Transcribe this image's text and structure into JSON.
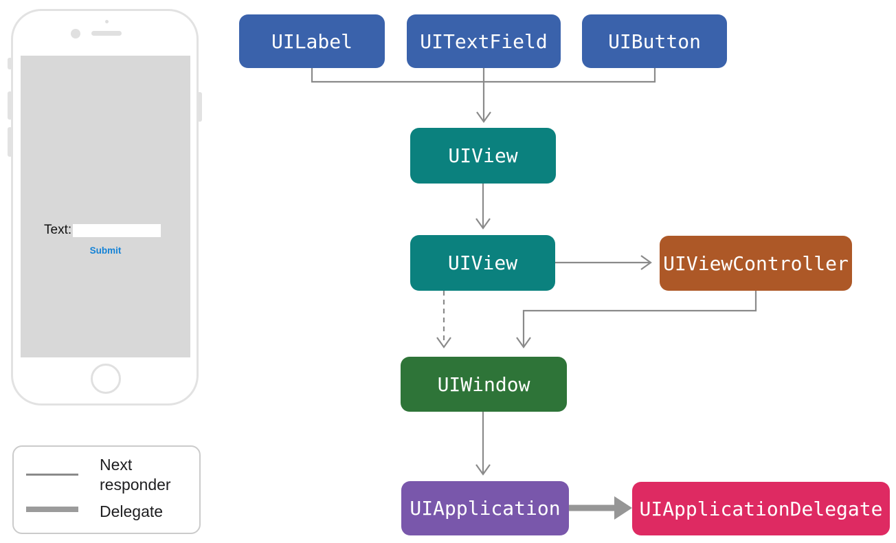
{
  "background_color": "#ffffff",
  "phone": {
    "screen": {
      "text_label": "Text:",
      "input_value": "",
      "submit_label": "Submit",
      "submit_color": "#1482d6",
      "screen_color": "#d8d8d8",
      "frame_color": "#e2e2e2"
    }
  },
  "legend": {
    "items": [
      {
        "label": "Next responder",
        "line_style": "thin",
        "line_color": "#8a8a8a"
      },
      {
        "label": "Delegate",
        "line_style": "thick",
        "line_color": "#9b9b9b"
      }
    ]
  },
  "diagram": {
    "stroke_color": "#8a8a8a",
    "delegate_arrow_color": "#969696",
    "nodes": {
      "uilabel": {
        "label": "UILabel",
        "color": "#3a62ab"
      },
      "uitextfield": {
        "label": "UITextField",
        "color": "#3a62ab"
      },
      "uibutton": {
        "label": "UIButton",
        "color": "#3a62ab"
      },
      "uiview1": {
        "label": "UIView",
        "color": "#0b817e"
      },
      "uiview2": {
        "label": "UIView",
        "color": "#0b817e"
      },
      "uiviewcontroller": {
        "label": "UIViewController",
        "color": "#ad5827"
      },
      "uiwindow": {
        "label": "UIWindow",
        "color": "#2e7438"
      },
      "uiapplication": {
        "label": "UIApplication",
        "color": "#7957ab"
      },
      "uiapplicationdelegate": {
        "label": "UIApplicationDelegate",
        "color": "#de2a62"
      }
    },
    "edges": [
      {
        "from": "UILabel",
        "to": "UIView (outer)",
        "type": "next-responder"
      },
      {
        "from": "UITextField",
        "to": "UIView (outer)",
        "type": "next-responder"
      },
      {
        "from": "UIButton",
        "to": "UIView (outer)",
        "type": "next-responder"
      },
      {
        "from": "UIView (outer)",
        "to": "UIView (root)",
        "type": "next-responder"
      },
      {
        "from": "UIView (root)",
        "to": "UIViewController",
        "type": "next-responder"
      },
      {
        "from": "UIView (root)",
        "to": "UIWindow",
        "type": "next-responder-dashed"
      },
      {
        "from": "UIViewController",
        "to": "UIWindow",
        "type": "next-responder"
      },
      {
        "from": "UIWindow",
        "to": "UIApplication",
        "type": "next-responder"
      },
      {
        "from": "UIApplication",
        "to": "UIApplicationDelegate",
        "type": "delegate"
      }
    ]
  }
}
